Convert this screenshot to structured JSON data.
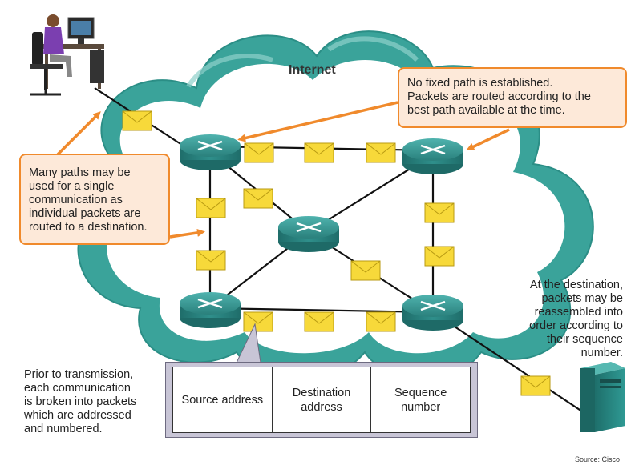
{
  "cloud_label": "Internet",
  "callouts": {
    "top_right": [
      "No fixed path is established.",
      "Packets are routed according to the",
      "best path available at the time."
    ],
    "left": [
      "Many paths may be",
      "used for a single",
      "communication as",
      "individual packets are",
      "routed to a destination."
    ]
  },
  "notes": {
    "destination": [
      "At the destination,",
      "packets may be",
      "reassembled into",
      "order according to",
      "their sequence",
      "number."
    ],
    "transmission": [
      "Prior to transmission,",
      "each communication",
      "is broken into packets",
      "which are addressed",
      "and numbered."
    ]
  },
  "packet_header": {
    "fields": [
      "Source address",
      "Destination address",
      "Sequence number"
    ]
  },
  "source": "Source: Cisco",
  "colors": {
    "cloud_fill": "#3aa39a",
    "cloud_inner": "#ffffff",
    "router": "#2f8f8b",
    "envelope": "#f7d93a",
    "callout_border": "#f08a2c",
    "callout_fill": "#fde9d9",
    "arrow": "#f08a2c"
  }
}
